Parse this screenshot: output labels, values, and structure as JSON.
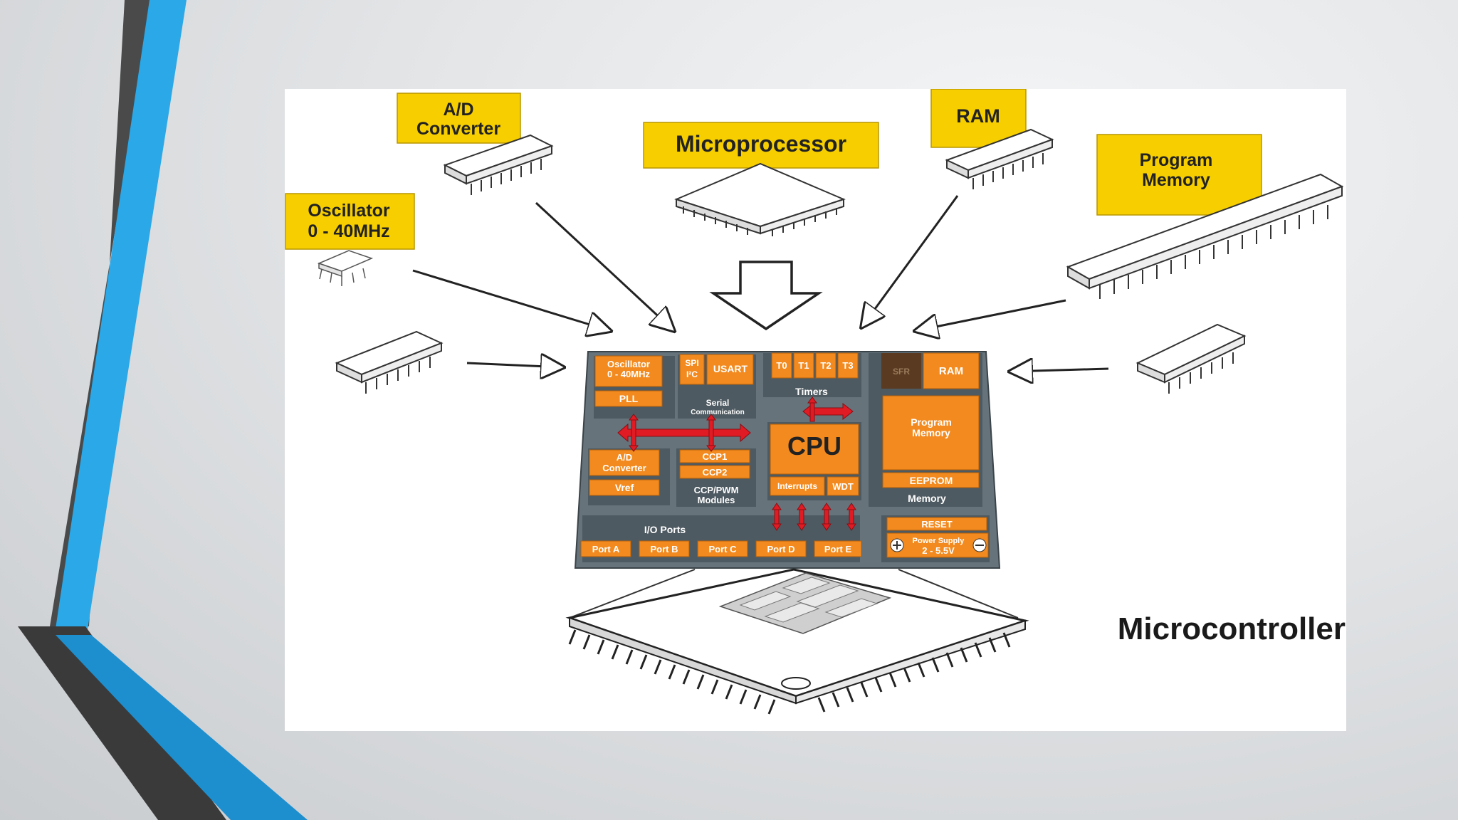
{
  "slide": {
    "labels": {
      "ad_converter_line1": "A/D",
      "ad_converter_line2": "Converter",
      "microprocessor": "Microprocessor",
      "ram": "RAM",
      "program_memory_line1": "Program",
      "program_memory_line2": "Memory",
      "oscillator_line1": "Oscillator",
      "oscillator_line2": "0 - 40MHz",
      "microcontroller": "Microcontroller"
    },
    "block": {
      "oscillator_line1": "Oscillator",
      "oscillator_line2": "0 - 40MHz",
      "pll": "PLL",
      "spi": "SPI",
      "i2c": "I²C",
      "usart": "USART",
      "serial_line1": "Serial",
      "serial_line2": "Communication",
      "t0": "T0",
      "t1": "T1",
      "t2": "T2",
      "t3": "T3",
      "timers": "Timers",
      "sfr": "SFR",
      "ram": "RAM",
      "program_memory_line1": "Program",
      "program_memory_line2": "Memory",
      "eeprom": "EEPROM",
      "memory": "Memory",
      "ad_line1": "A/D",
      "ad_line2": "Converter",
      "vref": "Vref",
      "ccp1": "CCP1",
      "ccp2": "CCP2",
      "ccp_line1": "CCP/PWM",
      "ccp_line2": "Modules",
      "cpu": "CPU",
      "interrupts": "Interrupts",
      "wdt": "WDT",
      "io_ports": "I/O Ports",
      "port_a": "Port A",
      "port_b": "Port B",
      "port_c": "Port C",
      "port_d": "Port D",
      "port_e": "Port E",
      "reset": "RESET",
      "power_line1": "Power Supply",
      "power_line2": "2 - 5.5V"
    },
    "colors": {
      "label_yellow": "#f7cf00",
      "block_orange": "#f28a1f",
      "block_gray": "#66737b",
      "arrow_red": "#e01b24",
      "accent_blue": "#2aa8e8",
      "accent_dark": "#444444"
    }
  }
}
